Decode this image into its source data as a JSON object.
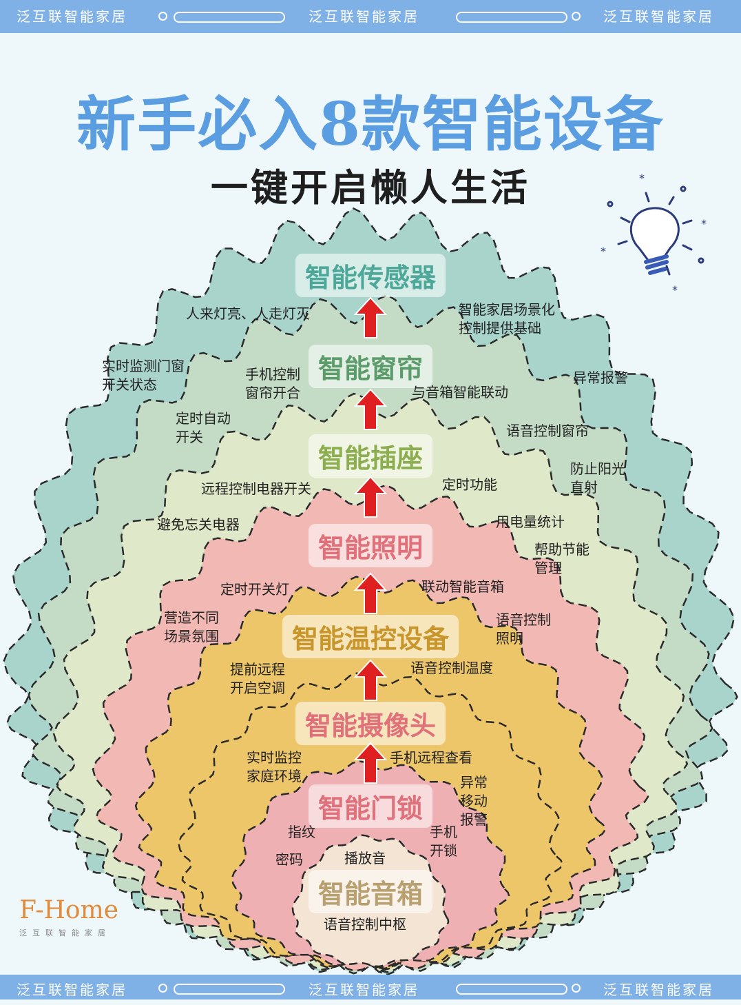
{
  "banner": {
    "text": "泛互联智能家居"
  },
  "title": "新手必入8款智能设备",
  "subtitle": "一键开启懒人生活",
  "colors": {
    "banner": "#7fb0e6",
    "title": "#5a9de0",
    "arrow": "#e02020",
    "brand": "#e08a3a"
  },
  "rings": [
    {
      "label": "智能传感器",
      "fill": "#a8d4cc",
      "text_color": "#4ea89a"
    },
    {
      "label": "智能窗帘",
      "fill": "#c4dcc6",
      "text_color": "#5c9c6a"
    },
    {
      "label": "智能插座",
      "fill": "#dfe8c8",
      "text_color": "#8cae4e"
    },
    {
      "label": "智能照明",
      "fill": "#f2b8b4",
      "text_color": "#e0707a"
    },
    {
      "label": "智能温控设备",
      "fill": "#eec66a",
      "text_color": "#c8962a"
    },
    {
      "label": "智能摄像头",
      "fill": "#eec66a",
      "text_color": "#e0707a"
    },
    {
      "label": "智能门锁",
      "fill": "#efb0b4",
      "text_color": "#e0707a"
    },
    {
      "label": "智能音箱",
      "fill": "#f3e4d4",
      "text_color": "#b8a070"
    }
  ],
  "notes": [
    {
      "text": "人来灯亮、人走灯灭"
    },
    {
      "text": "智能家居场景化\n控制提供基础"
    },
    {
      "text": "实时监测门窗\n开关状态"
    },
    {
      "text": "异常报警"
    },
    {
      "text": "手机控制\n窗帘开合"
    },
    {
      "text": "与音箱智能联动"
    },
    {
      "text": "定时自动\n开关"
    },
    {
      "text": "语音控制窗帘"
    },
    {
      "text": "防止阳光\n直射"
    },
    {
      "text": "远程控制电器开关"
    },
    {
      "text": "定时功能"
    },
    {
      "text": "避免忘关电器"
    },
    {
      "text": "用电量统计"
    },
    {
      "text": "帮助节能\n管理"
    },
    {
      "text": "定时开关灯"
    },
    {
      "text": "联动智能音箱"
    },
    {
      "text": "营造不同\n场景氛围"
    },
    {
      "text": "语音控制\n照明"
    },
    {
      "text": "提前远程\n开启空调"
    },
    {
      "text": "语音控制温度"
    },
    {
      "text": "实时监控\n家庭环境"
    },
    {
      "text": "手机远程查看"
    },
    {
      "text": "异常\n移动\n报警"
    },
    {
      "text": "指纹"
    },
    {
      "text": "手机\n开锁"
    },
    {
      "text": "密码"
    },
    {
      "text": "播放音"
    },
    {
      "text": "语音控制中枢"
    }
  ],
  "brand": {
    "logo": "F-Home",
    "sub": "泛互联智能家居"
  },
  "icons": [
    "lightbulb-icon",
    "arrow-up-icon"
  ]
}
